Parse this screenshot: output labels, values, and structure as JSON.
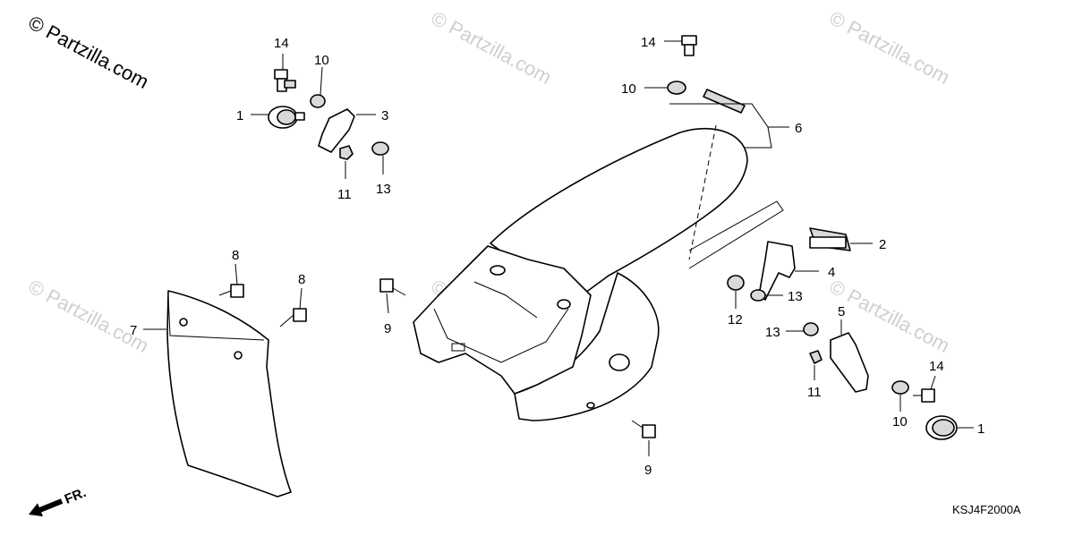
{
  "watermark": {
    "main": "© Partzilla.com",
    "faint": "© Partzilla.com"
  },
  "diagram_code": "KSJ4F2000A",
  "direction_label": "FR.",
  "callouts": {
    "c1a": "1",
    "c1b": "1",
    "c2": "2",
    "c3": "3",
    "c4": "4",
    "c5": "5",
    "c6": "6",
    "c7": "7",
    "c8a": "8",
    "c8b": "8",
    "c9a": "9",
    "c9b": "9",
    "c10a": "10",
    "c10b": "10",
    "c10c": "10",
    "c11a": "11",
    "c11b": "11",
    "c12": "12",
    "c13a": "13",
    "c13b": "13",
    "c13c": "13",
    "c14a": "14",
    "c14b": "14",
    "c14c": "14"
  },
  "colors": {
    "line": "#000000",
    "shade": "#d9d9d9",
    "watermark": "#cfcfcf"
  }
}
